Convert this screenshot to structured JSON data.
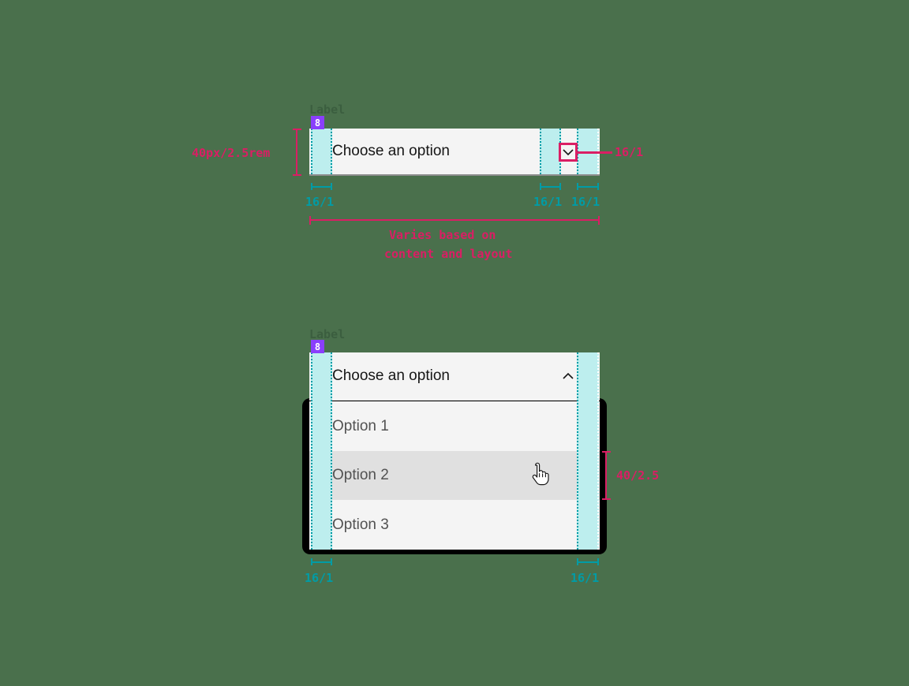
{
  "page": {
    "background_color": "#4a704c",
    "title": "Dropdown component spacing specification"
  },
  "colors": {
    "annotation_pink": "#da1e64",
    "annotation_teal": "#009ca6",
    "padding_fill": "#bdeeee",
    "badge_purple": "#8a3ffc",
    "field_bg": "#f4f4f4",
    "field_border": "#8d8d8d",
    "option_hover_bg": "#e0e0e0",
    "option_text": "#525252",
    "field_text": "#161616"
  },
  "closed_dropdown": {
    "label": "Label",
    "label_gap_badge": "8",
    "value_text": "Choose an option",
    "chevron_icon": "chevron-down-icon",
    "height_annotation": "40px/2.5rem",
    "left_padding_annotation": "16/1",
    "right_gap_annotation": "16/1",
    "right_padding_annotation": "16/1",
    "chevron_size_annotation": "16/1",
    "width_annotation_line1": "Varies based on",
    "width_annotation_line2": "content and layout"
  },
  "open_dropdown": {
    "label": "Label",
    "label_gap_badge": "8",
    "value_text": "Choose an option",
    "chevron_icon": "chevron-up-icon",
    "left_padding_annotation": "16/1",
    "right_padding_annotation": "16/1",
    "option_height_annotation": "40/2.5",
    "cursor_icon": "pointer-hand-cursor",
    "options": [
      {
        "label": "Option 1",
        "state": "default"
      },
      {
        "label": "Option 2",
        "state": "hover"
      },
      {
        "label": "Option 3",
        "state": "default"
      }
    ]
  }
}
